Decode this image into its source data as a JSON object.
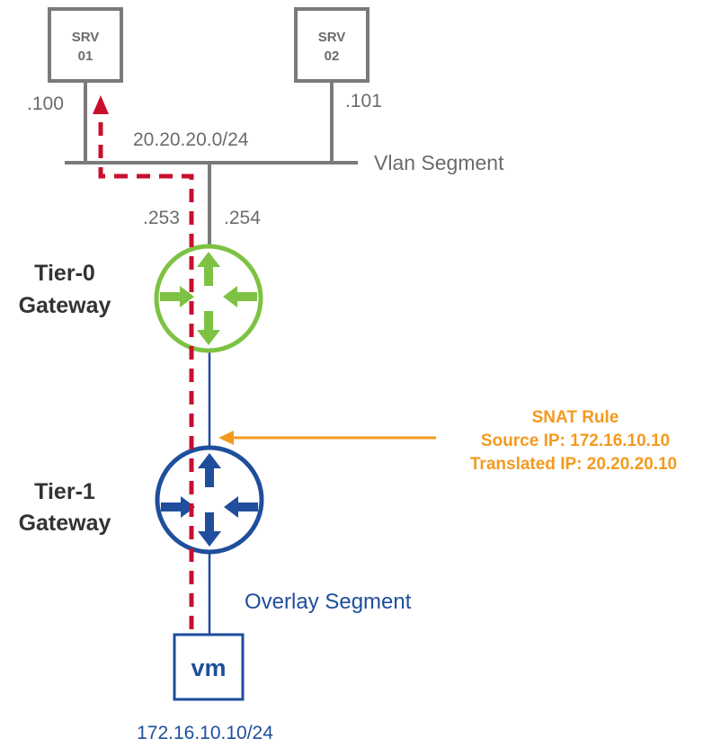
{
  "servers": [
    {
      "line1": "SRV",
      "line2": "01",
      "ip_suffix": ".100"
    },
    {
      "line1": "SRV",
      "line2": "02",
      "ip_suffix": ".101"
    }
  ],
  "vlan": {
    "subnet": "20.20.20.0/24",
    "label": "Vlan Segment",
    "uplink_ip_a": ".253",
    "uplink_ip_b": ".254"
  },
  "tier0": {
    "line1": "Tier-0",
    "line2": "Gateway"
  },
  "tier1": {
    "line1": "Tier-1",
    "line2": "Gateway"
  },
  "snat": {
    "title": "SNAT Rule",
    "source": "Source IP: 172.16.10.10",
    "translated": "Translated IP:  20.20.20.10"
  },
  "overlay": {
    "label": "Overlay Segment"
  },
  "vm": {
    "label": "vm",
    "ip": "172.16.10.10/24"
  },
  "colors": {
    "grey": "#7a7a7a",
    "green": "#7dc242",
    "blue": "#1f4e9c",
    "red": "#c8102e",
    "orange": "#f39a1e"
  }
}
